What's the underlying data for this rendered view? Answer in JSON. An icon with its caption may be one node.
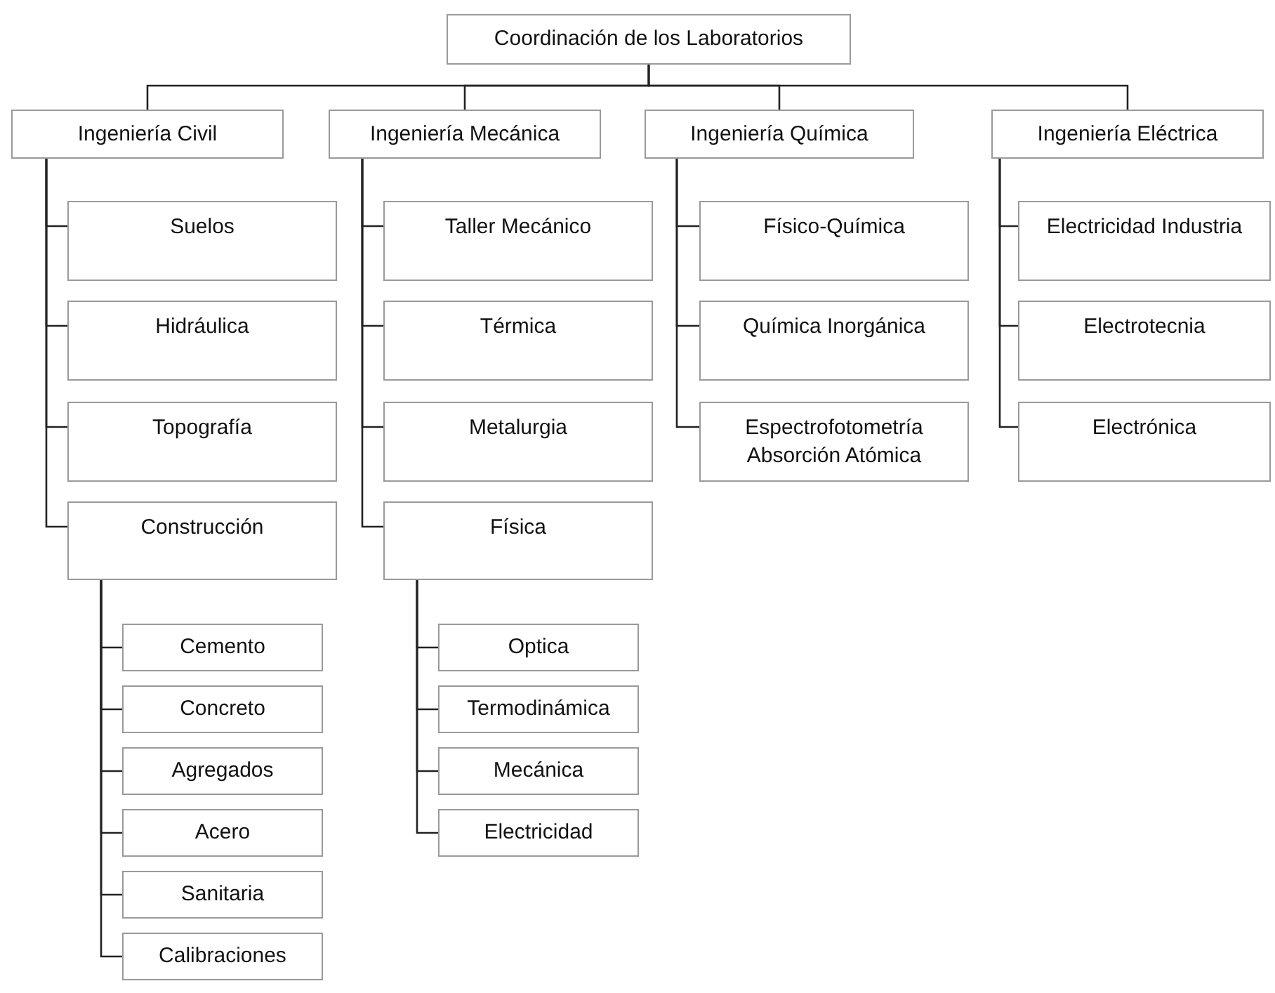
{
  "diagram": {
    "nodes": [
      {
        "text": [
          "Coordinación de los Laboratorios"
        ]
      },
      {
        "text": [
          "Ingeniería Civil"
        ]
      },
      {
        "text": [
          "Ingeniería Mecánica"
        ]
      },
      {
        "text": [
          "Ingeniería Química"
        ]
      },
      {
        "text": [
          "Ingeniería Eléctrica"
        ]
      },
      {
        "text": [
          "Suelos"
        ]
      },
      {
        "text": [
          "Hidráulica"
        ]
      },
      {
        "text": [
          "Topografía"
        ]
      },
      {
        "text": [
          "Construcción"
        ]
      },
      {
        "text": [
          "Cemento"
        ]
      },
      {
        "text": [
          "Concreto"
        ]
      },
      {
        "text": [
          "Agregados"
        ]
      },
      {
        "text": [
          "Acero"
        ]
      },
      {
        "text": [
          "Sanitaria"
        ]
      },
      {
        "text": [
          "Calibraciones"
        ]
      },
      {
        "text": [
          "Taller Mecánico"
        ]
      },
      {
        "text": [
          "Térmica"
        ]
      },
      {
        "text": [
          "Metalurgia"
        ]
      },
      {
        "text": [
          "Física"
        ]
      },
      {
        "text": [
          "Optica"
        ]
      },
      {
        "text": [
          "Termodinámica"
        ]
      },
      {
        "text": [
          "Mecánica"
        ]
      },
      {
        "text": [
          "Electricidad"
        ]
      },
      {
        "text": [
          "Físico-Química"
        ]
      },
      {
        "text": [
          "Química Inorgánica"
        ]
      },
      {
        "text": [
          "Espectrofotometría Absorción Atómica"
        ]
      },
      {
        "text": [
          "Electricidad Industria"
        ]
      },
      {
        "text": [
          "Electrotecnia"
        ]
      },
      {
        "text": [
          "Electrónica"
        ]
      }
    ],
    "edges": [
      {
        "from": 0,
        "to": 1,
        "arrow": "none"
      },
      {
        "from": 0,
        "to": 2,
        "arrow": "none"
      },
      {
        "from": 0,
        "to": 3,
        "arrow": "none"
      },
      {
        "from": 0,
        "to": 4,
        "arrow": "none"
      },
      {
        "from": 1,
        "to": 5,
        "arrow": "none"
      },
      {
        "from": 1,
        "to": 6,
        "arrow": "none"
      },
      {
        "from": 1,
        "to": 7,
        "arrow": "none"
      },
      {
        "from": 1,
        "to": 8,
        "arrow": "none"
      },
      {
        "from": 8,
        "to": 9,
        "arrow": "none"
      },
      {
        "from": 8,
        "to": 10,
        "arrow": "none"
      },
      {
        "from": 8,
        "to": 11,
        "arrow": "none"
      },
      {
        "from": 8,
        "to": 12,
        "arrow": "none"
      },
      {
        "from": 8,
        "to": 13,
        "arrow": "none"
      },
      {
        "from": 8,
        "to": 14,
        "arrow": "none"
      },
      {
        "from": 2,
        "to": 15,
        "arrow": "none"
      },
      {
        "from": 2,
        "to": 16,
        "arrow": "none"
      },
      {
        "from": 2,
        "to": 17,
        "arrow": "none"
      },
      {
        "from": 2,
        "to": 18,
        "arrow": "none"
      },
      {
        "from": 18,
        "to": 19,
        "arrow": "none"
      },
      {
        "from": 18,
        "to": 20,
        "arrow": "none"
      },
      {
        "from": 18,
        "to": 21,
        "arrow": "none"
      },
      {
        "from": 18,
        "to": 22,
        "arrow": "none"
      },
      {
        "from": 3,
        "to": 23,
        "arrow": "none"
      },
      {
        "from": 3,
        "to": 24,
        "arrow": "none"
      },
      {
        "from": 3,
        "to": 25,
        "arrow": "none"
      },
      {
        "from": 4,
        "to": 26,
        "arrow": "none"
      },
      {
        "from": 4,
        "to": 27,
        "arrow": "none"
      },
      {
        "from": 4,
        "to": 28,
        "arrow": "none"
      }
    ]
  }
}
